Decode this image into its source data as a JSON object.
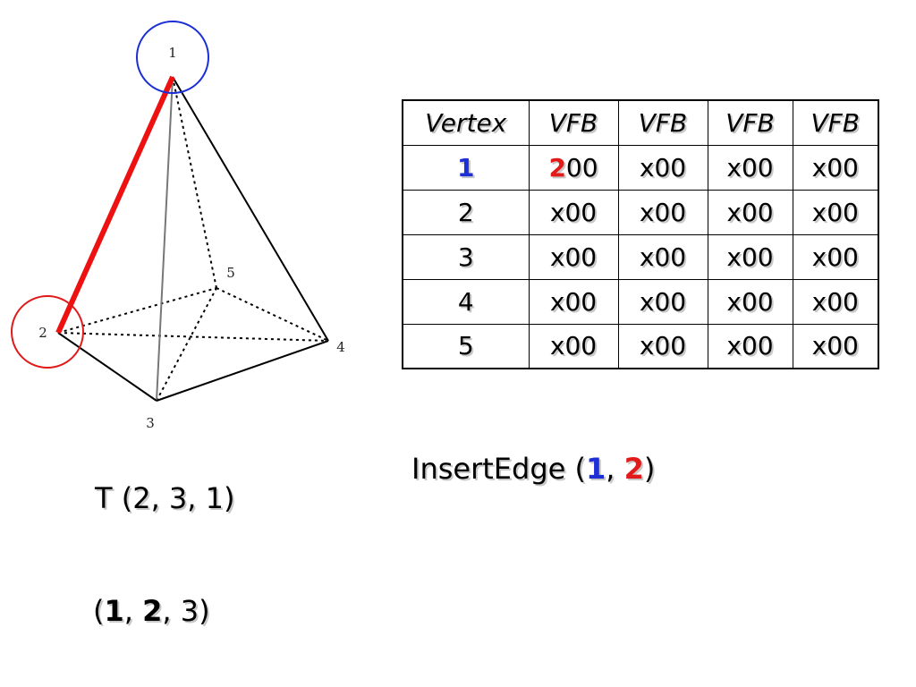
{
  "diagram": {
    "vertices": [
      {
        "id": "1",
        "label": "1"
      },
      {
        "id": "2",
        "label": "2"
      },
      {
        "id": "3",
        "label": "3"
      },
      {
        "id": "4",
        "label": "4"
      },
      {
        "id": "5",
        "label": "5"
      }
    ],
    "highlighted_edge": [
      "1",
      "2"
    ],
    "colors": {
      "highlight_edge": "#ee1111",
      "vertex1_circle": "#1a2fd6",
      "vertex2_circle": "#e01a1a"
    }
  },
  "table": {
    "headers": [
      "Vertex",
      "VFB",
      "VFB",
      "VFB",
      "VFB"
    ],
    "rows": [
      {
        "vertex": "1",
        "cells": [
          "200",
          "x00",
          "x00",
          "x00"
        ]
      },
      {
        "vertex": "2",
        "cells": [
          "x00",
          "x00",
          "x00",
          "x00"
        ]
      },
      {
        "vertex": "3",
        "cells": [
          "x00",
          "x00",
          "x00",
          "x00"
        ]
      },
      {
        "vertex": "4",
        "cells": [
          "x00",
          "x00",
          "x00",
          "x00"
        ]
      },
      {
        "vertex": "5",
        "cells": [
          "x00",
          "x00",
          "x00",
          "x00"
        ]
      }
    ],
    "first_cell_split": {
      "highlight": "2",
      "rest": "00"
    }
  },
  "insert_edge": {
    "prefix": "InsertEdge (",
    "arg1": "1",
    "sep": ", ",
    "arg2": "2",
    "suffix": ")"
  },
  "triangle_label": "T (2, 3, 1)",
  "tuple": {
    "open": "(",
    "a": "1",
    "sep1": ", ",
    "b": "2",
    "sep2": ", ",
    "c": "3",
    "close": ")"
  }
}
